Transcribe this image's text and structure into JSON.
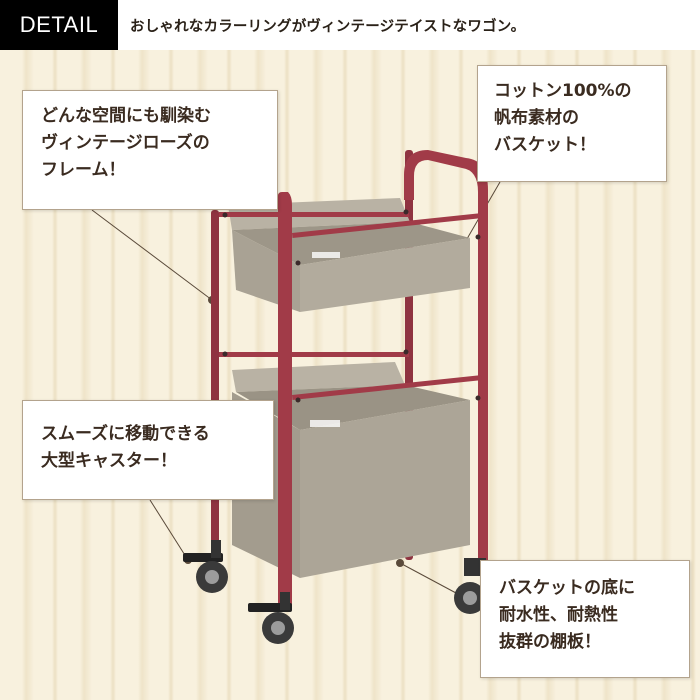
{
  "header": {
    "badge_label": "DETAIL",
    "caption": "おしゃれなカラーリングがヴィンテージテイストなワゴン。"
  },
  "callouts": {
    "frame": {
      "lines": [
        "どんな空間にも馴染む",
        "ヴィンテージローズの",
        "フレーム！"
      ]
    },
    "basket": {
      "lines": [
        "コットン100%の",
        "帆布素材の",
        "バスケット！"
      ]
    },
    "caster": {
      "lines": [
        "スムーズに移動できる",
        "大型キャスター！"
      ]
    },
    "shelf": {
      "lines": [
        "バスケットの底に",
        "耐水性、耐熱性",
        "抜群の棚板！"
      ]
    }
  },
  "colors": {
    "frame": "#a13b48",
    "canvas": "#a9a294",
    "header_badge": "#000000",
    "background": "#f7f0dc"
  },
  "icons": [
    "wagon-product-image",
    "caster-wheel-icon"
  ]
}
